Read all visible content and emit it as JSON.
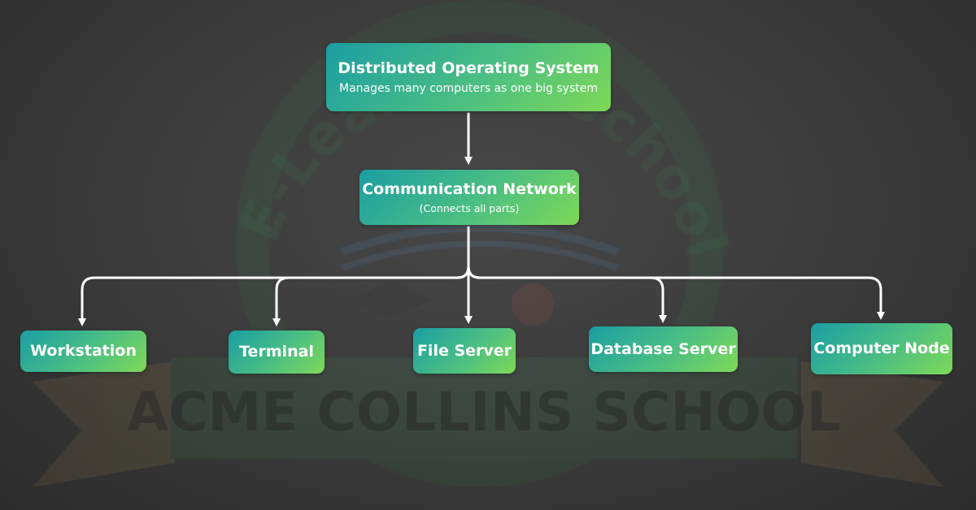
{
  "diagram": {
    "root": {
      "title": "Distributed Operating System",
      "subtitle": "Manages many computers as one big system"
    },
    "network": {
      "title": "Communication Network",
      "subtitle": "(Connects all parts)"
    },
    "leaves": [
      {
        "label": "Workstation"
      },
      {
        "label": "Terminal"
      },
      {
        "label": "File Server"
      },
      {
        "label": "Database Server"
      },
      {
        "label": "Computer Node"
      }
    ]
  },
  "watermark": {
    "school_name": "ACME COLLINS SCHOOL",
    "arc_text": "E-Learning School"
  },
  "colors": {
    "node_gradient_start": "#1a9ea3",
    "node_gradient_end": "#7ed957",
    "connector": "#ffffff",
    "background": "#3a3a3a"
  }
}
